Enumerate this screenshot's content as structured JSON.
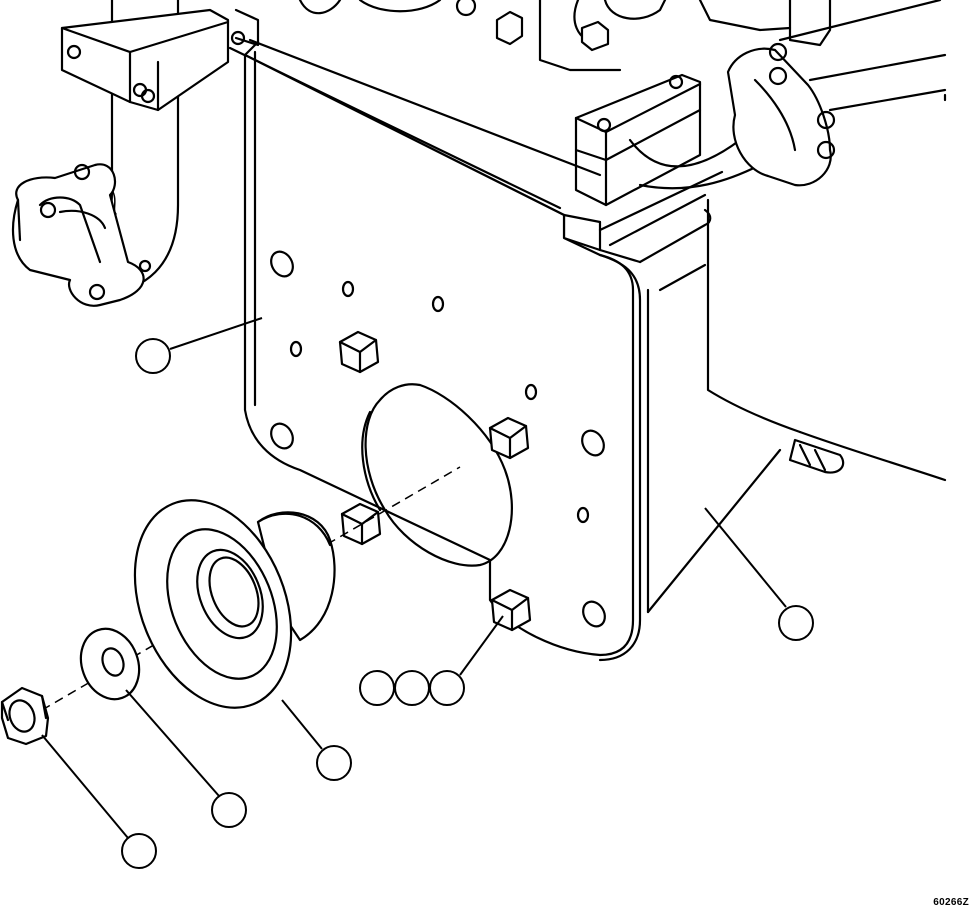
{
  "diagram": {
    "drawing_number": "60266Z",
    "callouts": [
      {
        "id": "callout-mounting-plate",
        "label": ""
      },
      {
        "id": "callout-housing",
        "label": ""
      },
      {
        "id": "callout-bolt-a",
        "label": ""
      },
      {
        "id": "callout-bolt-b",
        "label": ""
      },
      {
        "id": "callout-bolt-c",
        "label": ""
      },
      {
        "id": "callout-hub",
        "label": ""
      },
      {
        "id": "callout-washer",
        "label": ""
      },
      {
        "id": "callout-nut",
        "label": ""
      }
    ]
  }
}
